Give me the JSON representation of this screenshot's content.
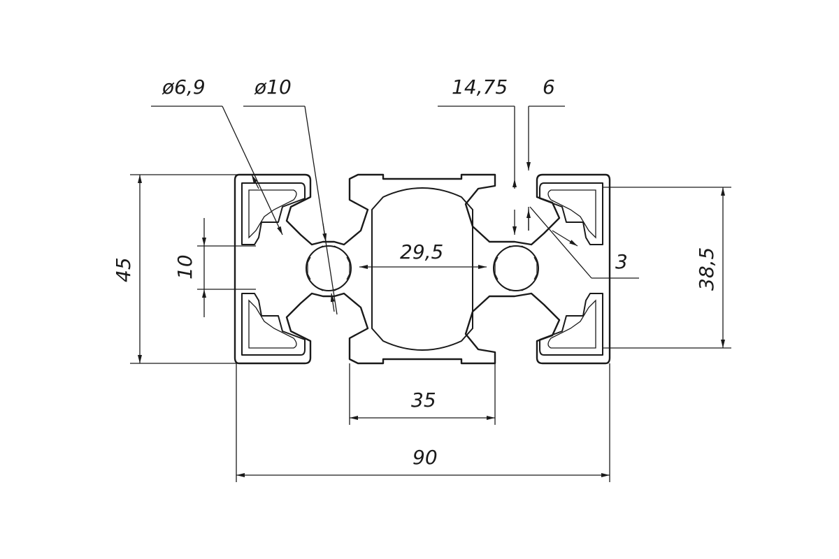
{
  "drawing": {
    "line_color": "#1a1a1a",
    "background": "#ffffff"
  },
  "dimensions": {
    "hole_small_diameter": "ø6,9",
    "hole_large_diameter": "ø10",
    "offset_14_75": "14,75",
    "slot_6": "6",
    "inner_width_29_5": "29,5",
    "wall_3": "3",
    "slot_opening_10": "10",
    "height_45": "45",
    "inner_height_38_5": "38,5",
    "center_width_35": "35",
    "total_width_90": "90"
  }
}
